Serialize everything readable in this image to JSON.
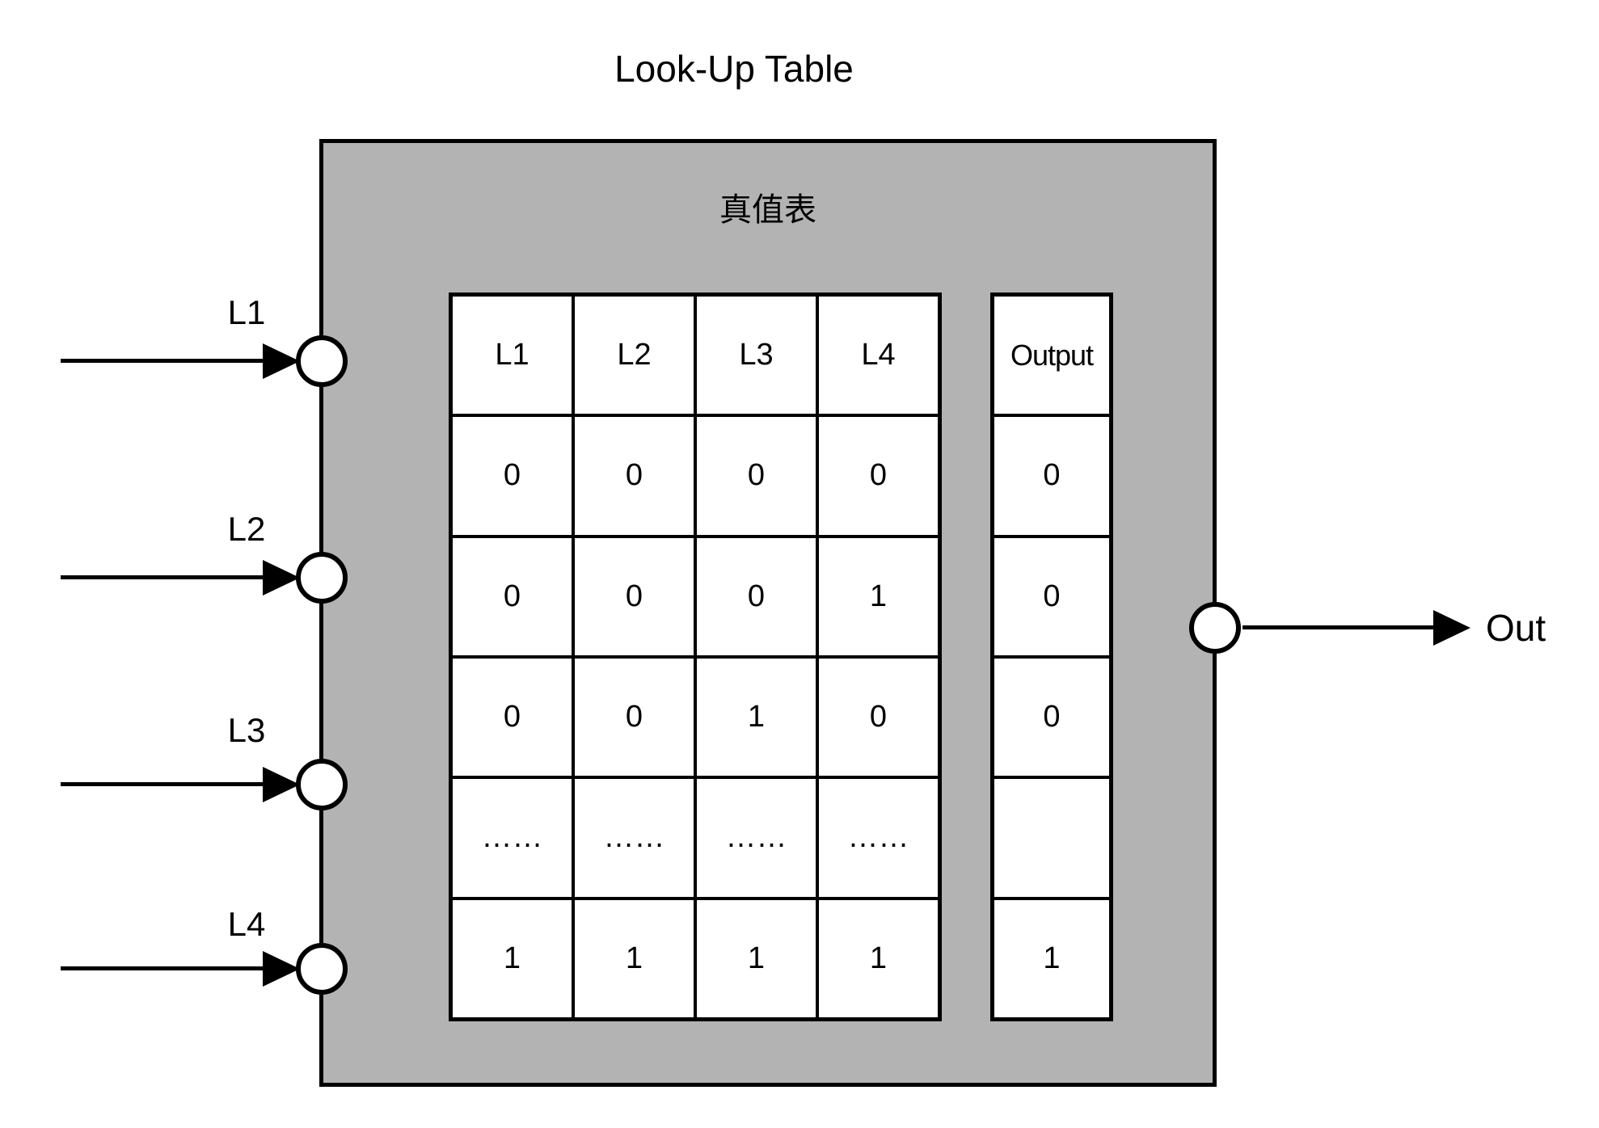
{
  "title": "Look-Up Table",
  "lut_box": {
    "inner_title": "真值表",
    "fill_color": "#b3b3b3",
    "border_color": "#000000"
  },
  "inputs": [
    {
      "label": "L1"
    },
    {
      "label": "L2"
    },
    {
      "label": "L3"
    },
    {
      "label": "L4"
    }
  ],
  "output": {
    "label": "Out"
  },
  "truth_table": {
    "headers": [
      "L1",
      "L2",
      "L3",
      "L4"
    ],
    "rows": [
      [
        "0",
        "0",
        "0",
        "0"
      ],
      [
        "0",
        "0",
        "0",
        "1"
      ],
      [
        "0",
        "0",
        "1",
        "0"
      ],
      [
        "……",
        "……",
        "……",
        "……"
      ],
      [
        "1",
        "1",
        "1",
        "1"
      ]
    ],
    "output_header": "Output",
    "output_values": [
      "0",
      "0",
      "0",
      "",
      "1"
    ]
  }
}
